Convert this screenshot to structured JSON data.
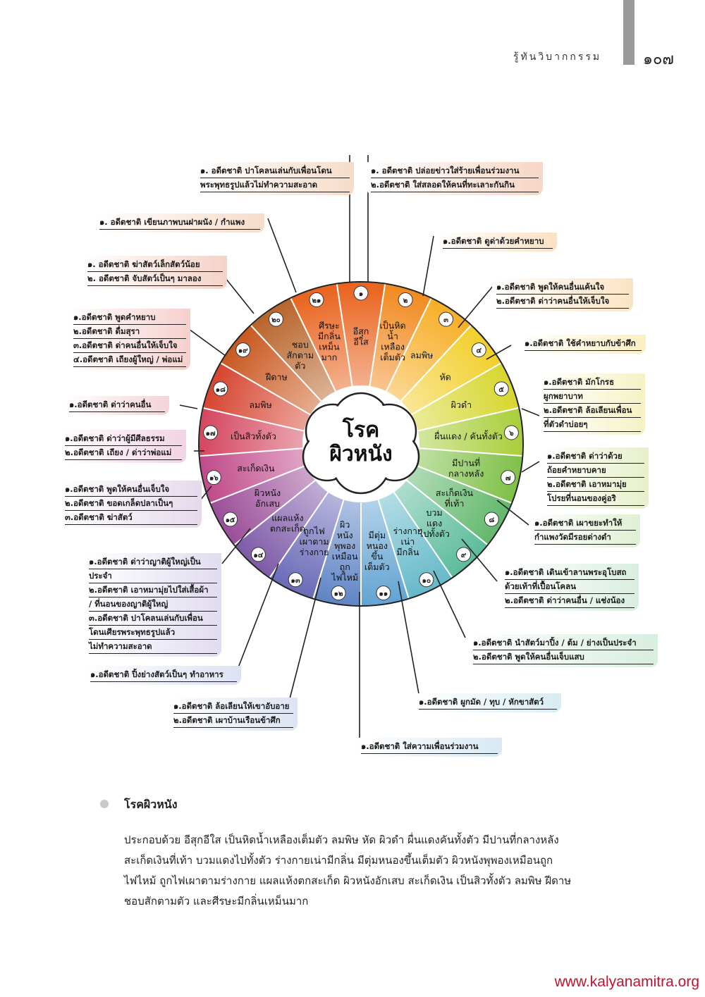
{
  "header": {
    "book_title": "รู้ทันวิบากกรรม",
    "page_number": "๑๐๗"
  },
  "diagram": {
    "center_label": [
      "โรค",
      "ผิวหนัง"
    ],
    "ring_colors": [
      "#e9621c",
      "#f18a1e",
      "#f7ae25",
      "#f2cf2a",
      "#d7d62e",
      "#a9ce3b",
      "#7fc047",
      "#62b86c",
      "#5cbc9b",
      "#66b9c9",
      "#63a3d3",
      "#5f84c5",
      "#6a6ab8",
      "#7e5aa8",
      "#9a4e99",
      "#c04a8a",
      "#d4465e",
      "#d64430",
      "#c9581f",
      "#b8642a"
    ],
    "segments": [
      {
        "num": "๑",
        "lines": [
          "อีสุก",
          "อีใส"
        ]
      },
      {
        "num": "๒",
        "lines": [
          "เป็นหิด",
          "น้ำ",
          "เหลือง",
          "เต็มตัว"
        ]
      },
      {
        "num": "๓",
        "lines": [
          "ลมพิษ"
        ]
      },
      {
        "num": "๔",
        "lines": [
          "หัด"
        ]
      },
      {
        "num": "๕",
        "lines": [
          "ผิวดำ"
        ]
      },
      {
        "num": "๖",
        "lines": [
          "ผื่นแดง / คันทั้งตัว"
        ]
      },
      {
        "num": "๗",
        "lines": [
          "มีปานที่",
          "กลางหลัง"
        ]
      },
      {
        "num": "๘",
        "lines": [
          "สะเก็ดเงิน",
          "ที่เท้า"
        ]
      },
      {
        "num": "๙",
        "lines": [
          "บวม",
          "แดง",
          "ไปทั้งตัว"
        ]
      },
      {
        "num": "๑๐",
        "lines": [
          "ร่างกาย",
          "เน่า",
          "มีกลิ่น"
        ]
      },
      {
        "num": "๑๑",
        "lines": [
          "มีตุ่ม",
          "หนอง",
          "ขึ้น",
          "เต็มตัว"
        ]
      },
      {
        "num": "๑๒",
        "lines": [
          "ผิว",
          "หนัง",
          "พุพอง",
          "เหมือน",
          "ถูก",
          "ไฟไหม้"
        ]
      },
      {
        "num": "๑๓",
        "lines": [
          "ถูกไฟ",
          "เผาตาม",
          "ร่างกาย"
        ]
      },
      {
        "num": "๑๔",
        "lines": [
          "แผลแห้ง",
          "ตกสะเก็ด"
        ]
      },
      {
        "num": "๑๕",
        "lines": [
          "ผิวหนัง",
          "อักเสบ"
        ]
      },
      {
        "num": "๑๖",
        "lines": [
          "สะเก็ดเงิน"
        ]
      },
      {
        "num": "๑๗",
        "lines": [
          "เป็นสิวทั้งตัว"
        ]
      },
      {
        "num": "๑๘",
        "lines": [
          "ลมพิษ"
        ]
      },
      {
        "num": "๑๙",
        "lines": [
          "ฝีดาษ"
        ]
      },
      {
        "num": "๒๐",
        "lines": [
          "ชอบ",
          "สักตาม",
          "ตัว"
        ]
      },
      {
        "num": "๒๑",
        "lines": [
          "ศีรษะ",
          "มีกลิ่น",
          "เหม็น",
          "มาก"
        ]
      }
    ],
    "causes": [
      {
        "lines": [
          "๑. อดีตชาติ ปาโคลนเล่นกับเพื่อนโดน",
          "พระพุทธรูปแล้วไม่ทำความสะอาด"
        ],
        "bg": "#f6dcc9"
      },
      {
        "lines": [
          "๑. อดีตชาติ ปล่อยข่าวใส่ร้ายเพื่อนร่วมงาน",
          "๒.อดีตชาติ ใส่สลอดให้คนที่ทะเลาะกันกิน"
        ],
        "bg": "#f7d6c5"
      },
      {
        "lines": [
          "๑. อดีตชาติ เขียนภาพบนฝาผนัง / กำแพง"
        ],
        "bg": "#f6dcc9"
      },
      {
        "lines": [
          "๑.อดีตชาติ ดูด่าด้วยคำหยาบ"
        ],
        "bg": "#fbe1c2"
      },
      {
        "lines": [
          "๑. อดีตชาติ ฆ่าสัตว์เล็กสัตว์น้อย",
          "๒. อดีตชาติ จับสัตว์เป็นๆ มาลอง"
        ],
        "bg": "#f5d2c6"
      },
      {
        "lines": [
          "๑.อดีตชาติ พูดให้คนอื่นแค้นใจ",
          "๒.อดีตชาติ ด่าว่าคนอื่นให้เจ็บใจ"
        ],
        "bg": "#fbe4c4"
      },
      {
        "lines": [
          "๑.อดีตชาติ พูดคำหยาบ",
          "๒.อดีตชาติ ดื่มสุรา",
          "๓.อดีตชาติ ด่าคนอื่นให้เจ็บใจ",
          "๔.อดีตชาติ เถียงผู้ใหญ่ / พ่อแม่"
        ],
        "bg": "#f6d0cc"
      },
      {
        "lines": [
          "๑.อดีตชาติ ใช้คำหยาบกับข้าศึก"
        ],
        "bg": "#fcefc2"
      },
      {
        "lines": [
          "๑.อดีตชาติ มักโกรธ",
          "ผูกพยาบาท",
          "๒.อดีตชาติ ล้อเลียนเพื่อน",
          "ที่ตัวดำบ่อยๆ"
        ],
        "bg": "#f6f2c4"
      },
      {
        "lines": [
          "๑.อดีตชาติ ด่าว่าคนอื่น"
        ],
        "bg": "#f5d3d8"
      },
      {
        "lines": [
          "๑.อดีตชาติ ด่าว่าผู้มีศีลธรรม",
          "๒.อดีตชาติ เถียง / ด่าว่าพ่อแม่"
        ],
        "bg": "#f3d3e4"
      },
      {
        "lines": [
          "๑.อดีตชาติ ด่าว่าด้วย",
          "ถ้อยคำหยาบคาย",
          "๒.อดีตชาติ เอาหมามุ่ย",
          "โปรยที่นอนของคู่อริ"
        ],
        "bg": "#e6f0c9"
      },
      {
        "lines": [
          "๑.อดีตชาติ พูดให้คนอื่นเจ็บใจ",
          "๒.อดีตชาติ ขอดเกล็ดปลาเป็นๆ",
          "๓.อดีตชาติ ฆ่าสัตว์"
        ],
        "bg": "#e6d9ec"
      },
      {
        "lines": [
          "๑.อดีตชาติ เผาขยะทำให้",
          "กำแพงวัดมีรอยด่างดำ"
        ],
        "bg": "#dff0d3"
      },
      {
        "lines": [
          "๑.อดีตชาติ ด่าว่าญาติผู้ใหญ่เป็น",
          "ประจำ",
          "๒.อดีตชาติ เอาหมามุ่ยไปใส่เสื้อผ้า",
          "/ ที่นอนของญาติผู้ใหญ่",
          "๓.อดีตชาติ ปาโคลนเล่นกับเพื่อน",
          "โดนเศียรพระพุทธรูปแล้ว",
          "ไม่ทำความสะอาด"
        ],
        "bg": "#e1dcef"
      },
      {
        "lines": [
          "๑.อดีตชาติ เดินเข้าลานพระอุโบสถ",
          "ด้วยเท้าที่เปื้อนโคลน",
          "๒.อดีตชาติ ด่าว่าคนอื่น / แช่งน้อง"
        ],
        "bg": "#d9efe0"
      },
      {
        "lines": [
          "๑.อดีตชาติ นำสัตว์มาปิ้ง / ต้ม / ย่างเป็นประจำ",
          "๒.อดีตชาติ พูดให้คนอื่นเจ็บแสบ"
        ],
        "bg": "#d8eedf"
      },
      {
        "lines": [
          "๑.อดีตชาติ ปิ้งย่างสัตว์เป็นๆ ทำอาหาร"
        ],
        "bg": "#dde2f3"
      },
      {
        "lines": [
          "๑.อดีตชาติ ล้อเลียนให้เขาอับอาย",
          "๒.อดีตชาติ เผาบ้านเรือนข้าศึก"
        ],
        "bg": "#dce4f3"
      },
      {
        "lines": [
          "๑.อดีตชาติ ผูกมัด / ทุบ / หักขาสัตว์"
        ],
        "bg": "#d8ecf2"
      },
      {
        "lines": [
          "๑.อดีตชาติ ใส่ความเพื่อนร่วมงาน"
        ],
        "bg": "#d8e9f4"
      }
    ]
  },
  "section": {
    "title": "โรคผิวหนัง",
    "body": [
      "ประกอบด้วย อีสุกอีใส เป็นหิดน้ำเหลืองเต็มตัว ลมพิษ หัด ผิวดำ ผื่นแดงคันทั้งตัว มีปานที่กลางหลัง",
      "สะเก็ดเงินที่เท้า บวมแดงไปทั้งตัว ร่างกายเน่ามีกลิ่น มีตุ่มหนองขึ้นเต็มตัว ผิวหนังพุพองเหมือนถูก",
      "ไฟไหม้ ถูกไฟเผาตามร่างกาย แผลแห้งตกสะเก็ด ผิวหนังอักเสบ สะเก็ดเงิน เป็นสิวทั้งตัว ลมพิษ ฝีดาษ",
      "ชอบสักตามตัว และศีรษะมีกลิ่นเหม็นมาก"
    ]
  },
  "footer": {
    "website": "www.kalyanamitra.org"
  }
}
